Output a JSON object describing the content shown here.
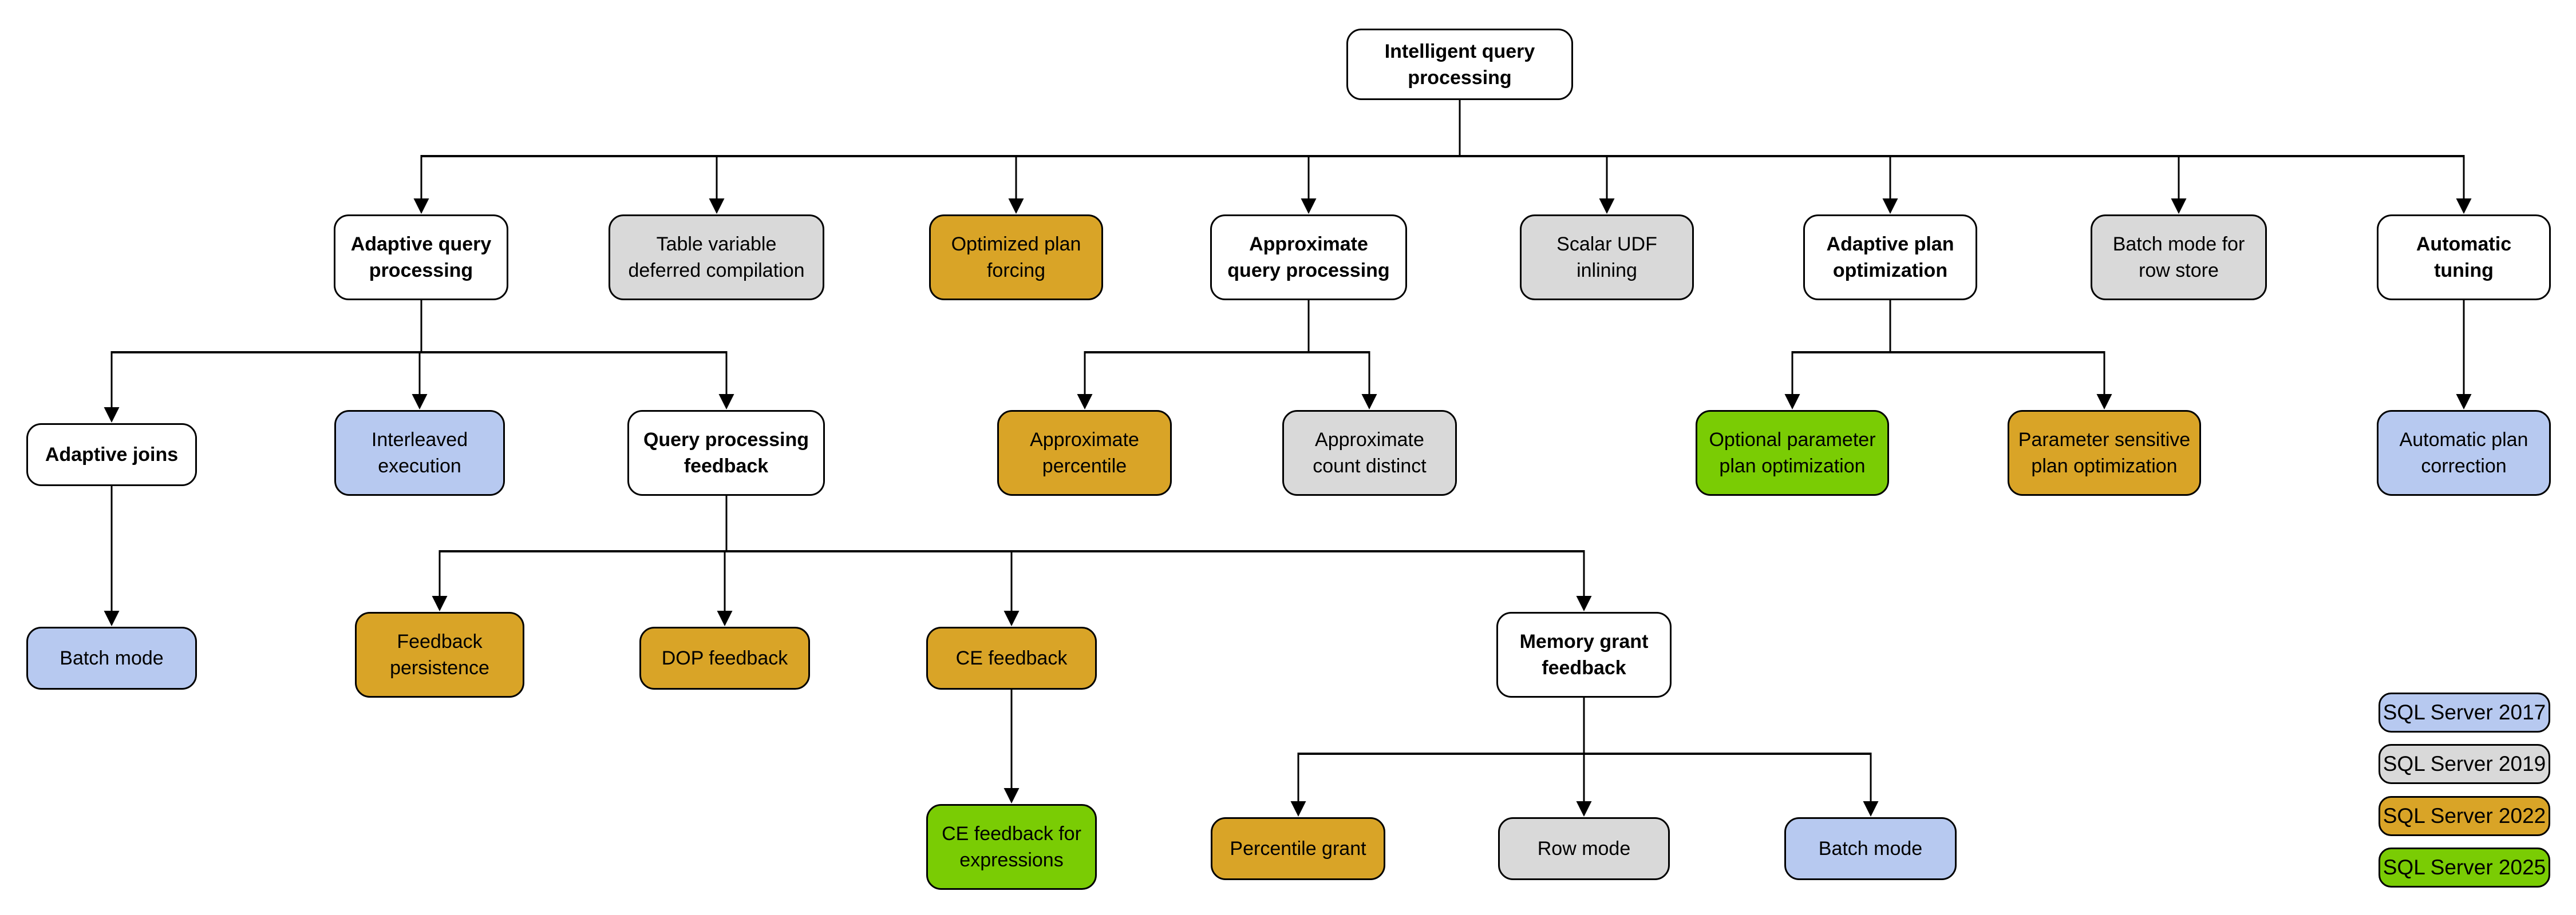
{
  "diagram_title": "Intelligent query processing",
  "colors": {
    "base": "#FFFFFF",
    "sql2017": "#B7C9F0",
    "sql2019": "#D9D9D9",
    "sql2022": "#D9A427",
    "sql2025": "#7ACC04",
    "border": "#000000"
  },
  "legend": {
    "items": [
      {
        "label": "SQL Server 2017",
        "color_key": "sql2017"
      },
      {
        "label": "SQL Server 2019",
        "color_key": "sql2019"
      },
      {
        "label": "SQL Server 2022",
        "color_key": "sql2022"
      },
      {
        "label": "SQL Server 2025",
        "color_key": "sql2025"
      }
    ]
  },
  "nodes": {
    "iqp": {
      "label": "Intelligent query\nprocessing",
      "color_key": "base",
      "parent": null
    },
    "aqp": {
      "label": "Adaptive query\nprocessing",
      "color_key": "base",
      "parent": "iqp"
    },
    "tvdc": {
      "label": "Table variable\ndeferred compilation",
      "color_key": "sql2019",
      "parent": "iqp"
    },
    "opf": {
      "label": "Optimized plan\nforcing",
      "color_key": "sql2022",
      "parent": "iqp"
    },
    "aqproc": {
      "label": "Approximate\nquery processing",
      "color_key": "base",
      "parent": "iqp"
    },
    "sudf": {
      "label": "Scalar UDF\ninlining",
      "color_key": "sql2019",
      "parent": "iqp"
    },
    "apo": {
      "label": "Adaptive plan\noptimization",
      "color_key": "base",
      "parent": "iqp"
    },
    "bmrs": {
      "label": "Batch mode for\nrow store",
      "color_key": "sql2019",
      "parent": "iqp"
    },
    "at": {
      "label": "Automatic\ntuning",
      "color_key": "base",
      "parent": "iqp"
    },
    "aj": {
      "label": "Adaptive joins",
      "color_key": "base",
      "parent": "aqp"
    },
    "ie": {
      "label": "Interleaved\nexecution",
      "color_key": "sql2017",
      "parent": "aqp"
    },
    "qpf": {
      "label": "Query processing\nfeedback",
      "color_key": "base",
      "parent": "aqp"
    },
    "ap": {
      "label": "Approximate\npercentile",
      "color_key": "sql2022",
      "parent": "aqproc"
    },
    "acd": {
      "label": "Approximate\ncount distinct",
      "color_key": "sql2019",
      "parent": "aqproc"
    },
    "oppo": {
      "label": "Optional parameter\nplan optimization",
      "color_key": "sql2025",
      "parent": "apo"
    },
    "pspo": {
      "label": "Parameter sensitive\nplan optimization",
      "color_key": "sql2022",
      "parent": "apo"
    },
    "apc": {
      "label": "Automatic plan\ncorrection",
      "color_key": "sql2017",
      "parent": "at"
    },
    "bmaj": {
      "label": "Batch mode",
      "color_key": "sql2017",
      "parent": "aj"
    },
    "fp": {
      "label": "Feedback\npersistence",
      "color_key": "sql2022",
      "parent": "qpf"
    },
    "dopf": {
      "label": "DOP feedback",
      "color_key": "sql2022",
      "parent": "qpf"
    },
    "cef": {
      "label": "CE feedback",
      "color_key": "sql2022",
      "parent": "qpf"
    },
    "mgf": {
      "label": "Memory grant\nfeedback",
      "color_key": "base",
      "parent": "qpf"
    },
    "cefe": {
      "label": "CE feedback for\nexpressions",
      "color_key": "sql2025",
      "parent": "cef"
    },
    "pg": {
      "label": "Percentile grant",
      "color_key": "sql2022",
      "parent": "mgf"
    },
    "rm": {
      "label": "Row mode",
      "color_key": "sql2019",
      "parent": "mgf"
    },
    "bmmg": {
      "label": "Batch mode",
      "color_key": "sql2017",
      "parent": "mgf"
    }
  }
}
